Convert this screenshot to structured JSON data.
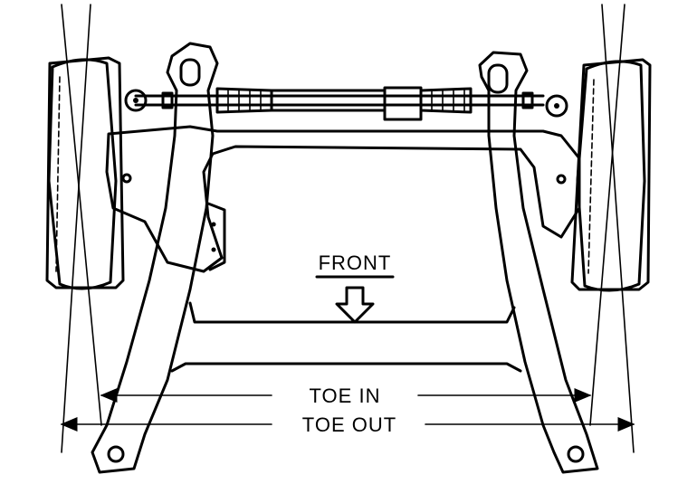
{
  "labels": {
    "front": "FRONT",
    "toe_in": "TOE IN",
    "toe_out": "TOE OUT"
  },
  "icons": {
    "front_direction": "arrow-down-icon",
    "dimension_ends": "arrowhead-icon"
  },
  "colors": {
    "ink": "#000000",
    "paper": "#ffffff",
    "tire_fill": "#ffffff"
  }
}
